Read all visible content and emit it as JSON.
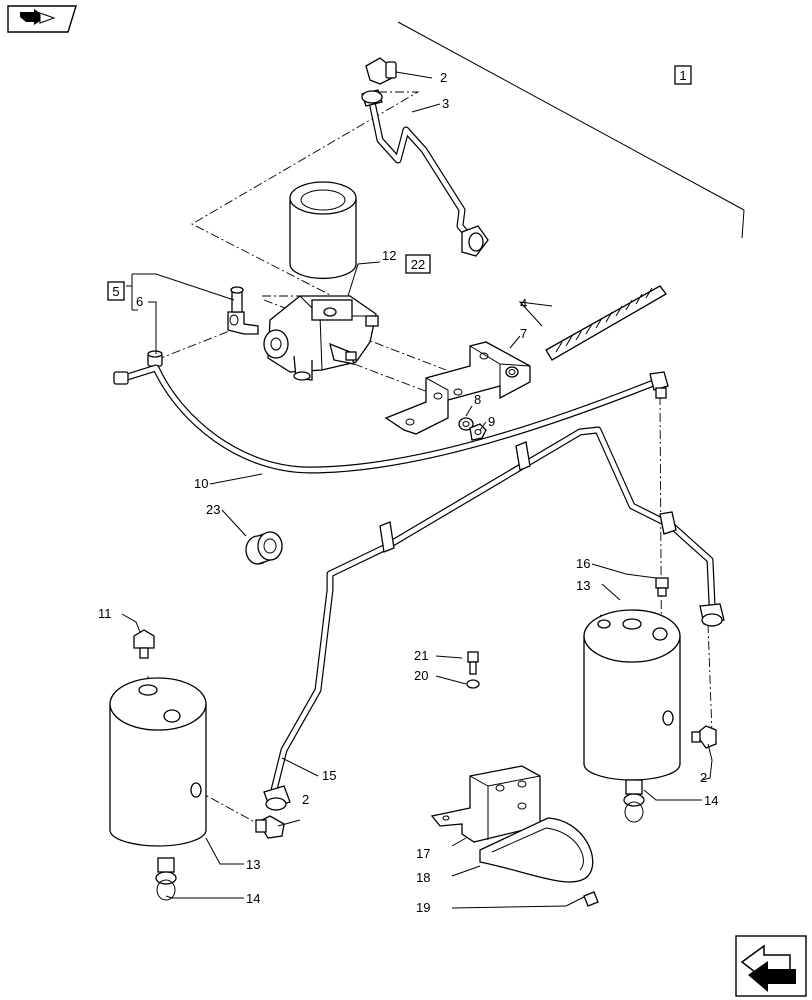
{
  "labels": {
    "l1": "1",
    "l2a": "2",
    "l3": "3",
    "l4": "4",
    "l5": "5",
    "l6": "6",
    "l7": "7",
    "l8": "8",
    "l9": "9",
    "l10": "10",
    "l11": "11",
    "l12": "12",
    "l13a": "13",
    "l13b": "13",
    "l14a": "14",
    "l14b": "14",
    "l15": "15",
    "l16": "16",
    "l17": "17",
    "l18": "18",
    "l19": "19",
    "l2b": "2",
    "l2c": "2",
    "l20": "20",
    "l21": "21",
    "l22": "22",
    "l23": "23"
  },
  "icons": {
    "top_left": "folder-arrow-icon",
    "bottom_right": "next-page-arrow-icon"
  }
}
